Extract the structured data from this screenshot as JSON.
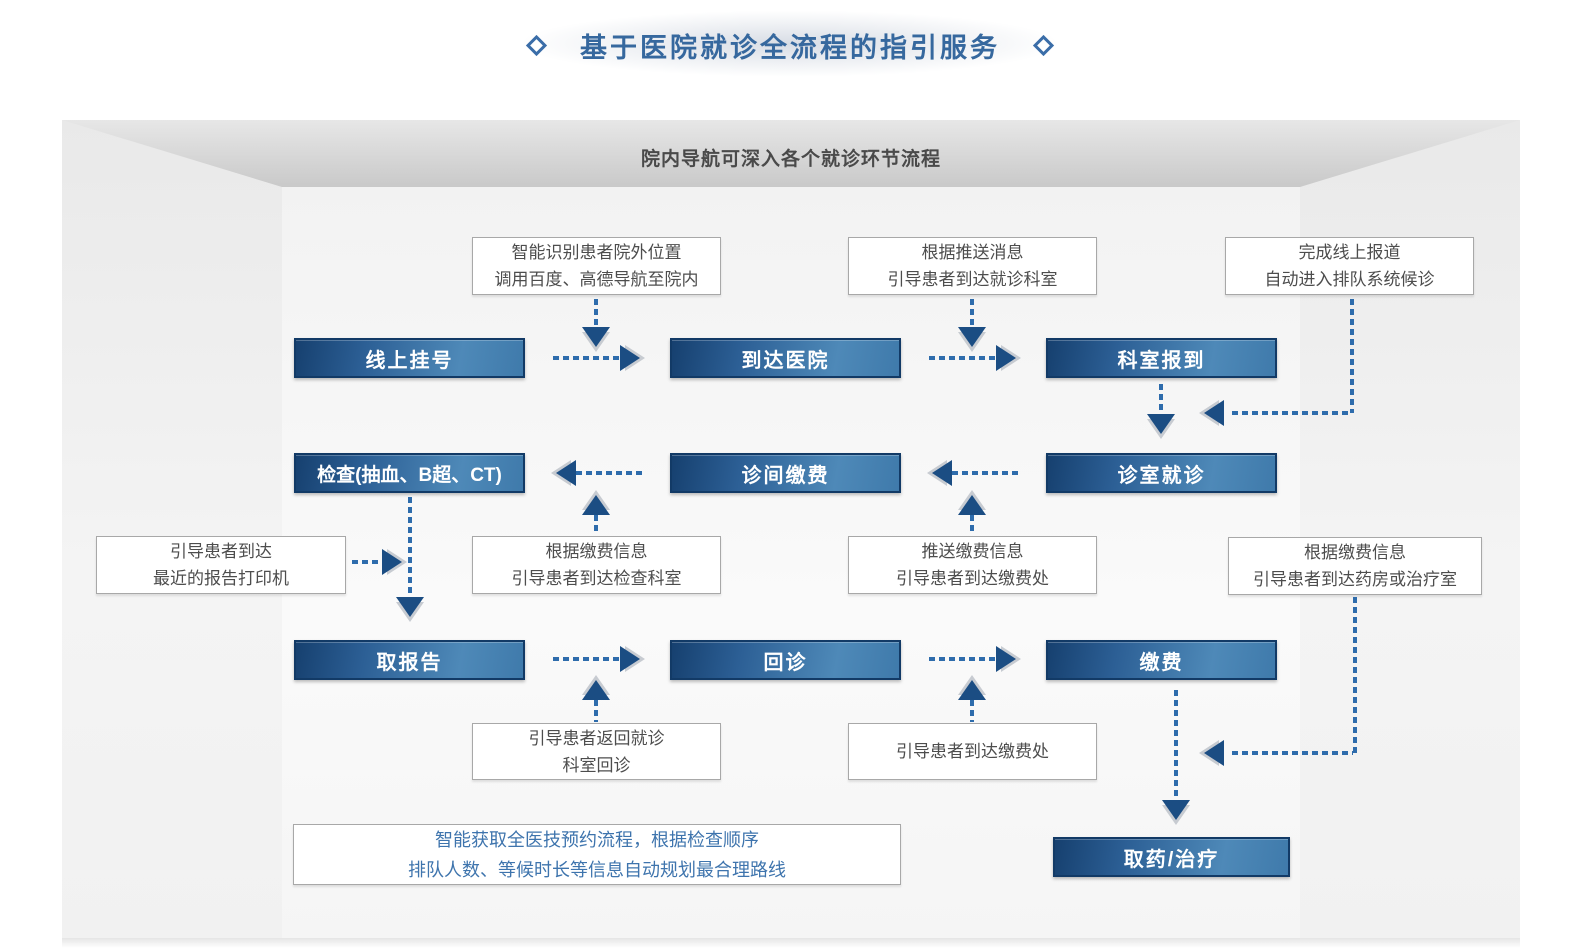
{
  "title": {
    "text": "基于医院就诊全流程的指引服务"
  },
  "subtitle": {
    "text": "院内导航可深入各个就诊环节流程"
  },
  "colors": {
    "title_blue": "#36689e",
    "node_gradient_dark": "#16406f",
    "node_gradient_light": "#4e89b8",
    "node_border": "#123a66",
    "dash_blue": "#2e6cac",
    "arrowhead_navy": "#1b4d83",
    "note_border": "#a8a8a8",
    "note_text": "#4d4d4d",
    "highlight_text": "#3e74ad",
    "ceiling_grey": "#c9c9c9"
  },
  "icons": {
    "title_decoration": "diamond-icon"
  },
  "flow_nodes": {
    "online_register": "线上挂号",
    "arrive_hospital": "到达医院",
    "dept_checkin": "科室报到",
    "examination": "检查(抽血、B超、CT)",
    "interclinic_pay": "诊间缴费",
    "clinic_visit": "诊室就诊",
    "get_report": "取报告",
    "return_visit": "回诊",
    "payment": "缴费",
    "pharmacy_treatment": "取药/治疗"
  },
  "notes": {
    "outside_location": {
      "line1": "智能识别患者院外位置",
      "line2": "调用百度、高德导航至院内"
    },
    "push_message": {
      "line1": "根据推送消息",
      "line2": "引导患者到达就诊科室"
    },
    "online_checkin": {
      "line1": "完成线上报道",
      "line2": "自动进入排队系统候诊"
    },
    "report_printer": {
      "line1": "引导患者到达",
      "line2": "最近的报告打印机"
    },
    "pay_info_exam": {
      "line1": "根据缴费信息",
      "line2": "引导患者到达检查科室"
    },
    "push_pay_info": {
      "line1": "推送缴费信息",
      "line2": "引导患者到达缴费处"
    },
    "pay_info_pharmacy": {
      "line1": "根据缴费信息",
      "line2": "引导患者到达药房或治疗室"
    },
    "return_dept": {
      "line1": "引导患者返回就诊",
      "line2": "科室回诊"
    },
    "to_cashier": {
      "line1": "引导患者到达缴费处"
    },
    "smart_route": {
      "line1": "智能获取全医技预约流程，根据检查顺序",
      "line2": "排队人数、等候时长等信息自动规划最合理路线"
    }
  }
}
